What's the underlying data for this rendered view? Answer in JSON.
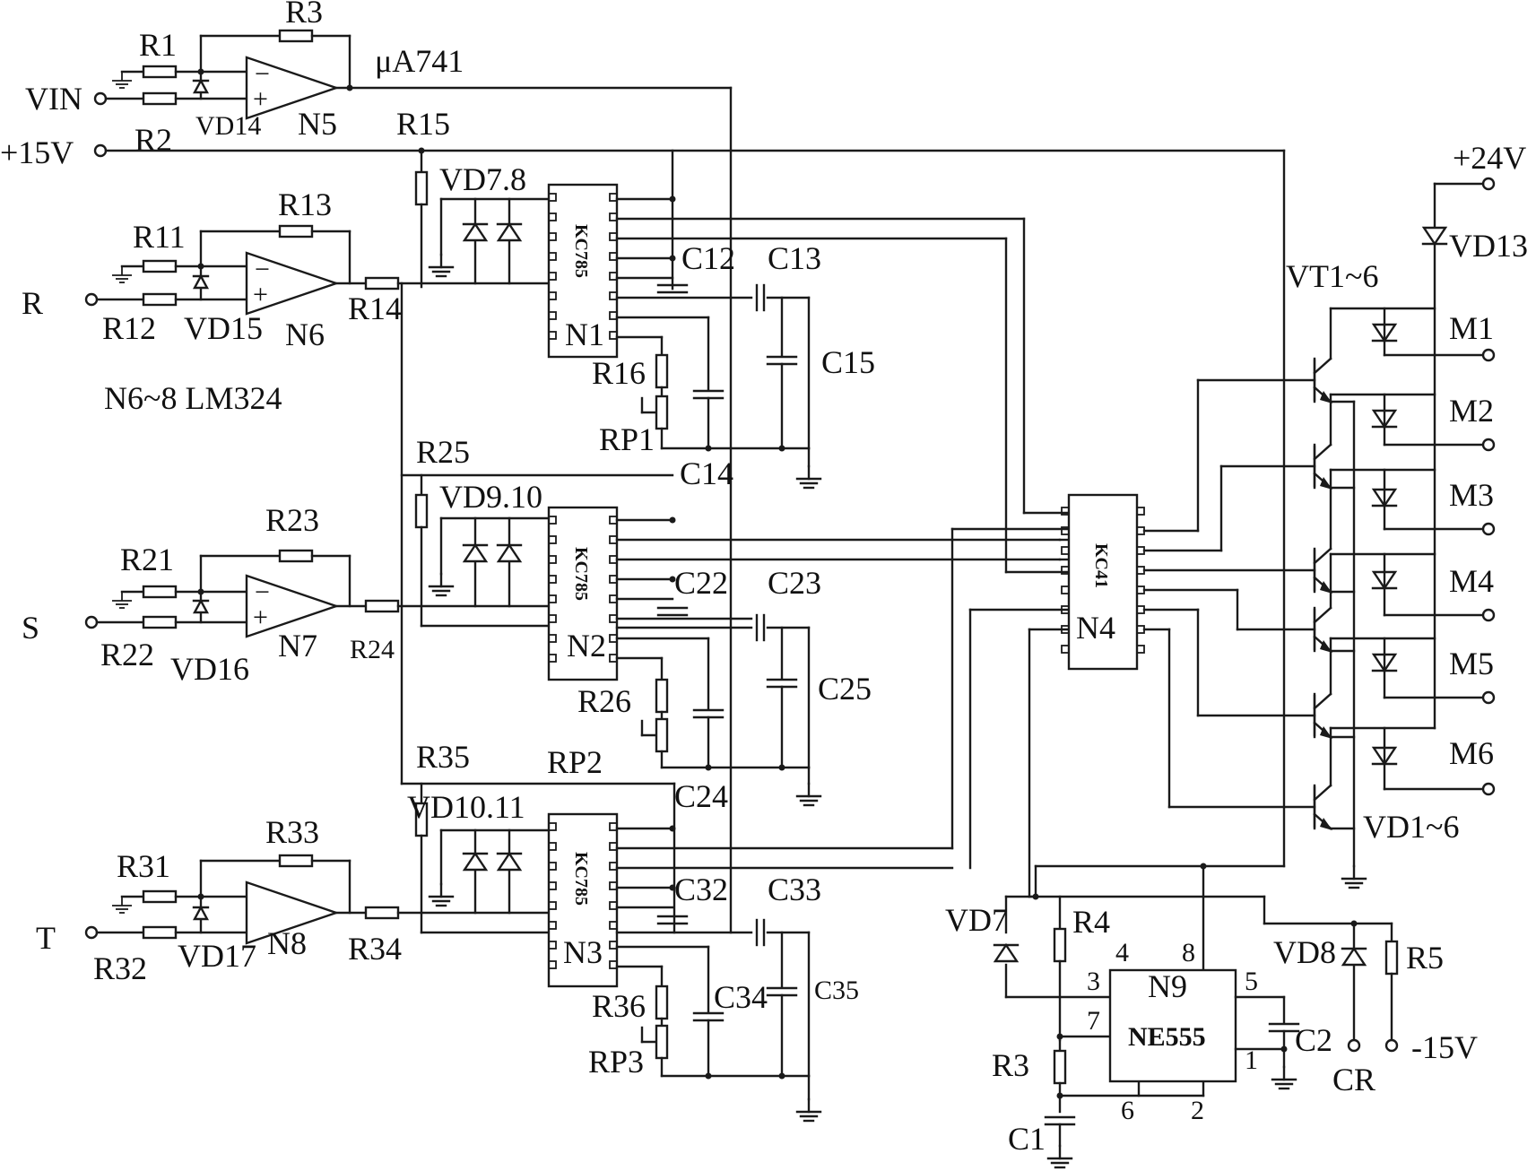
{
  "inputs": {
    "vin": "VIN",
    "p15v": "+15V",
    "r": "R",
    "s": "S",
    "t": "T",
    "p24v": "+24V",
    "m15v": "-15V",
    "cr": "CR"
  },
  "resistors": {
    "r1": "R1",
    "r2": "R2",
    "r3": "R3",
    "r11": "R11",
    "r12": "R12",
    "r13": "R13",
    "r14": "R14",
    "r15": "R15",
    "r16": "R16",
    "r21": "R21",
    "r22": "R22",
    "r23": "R23",
    "r24": "R24",
    "r25": "R25",
    "r26": "R26",
    "r31": "R31",
    "r32": "R32",
    "r33": "R33",
    "r34": "R34",
    "r35": "R35",
    "r36": "R36",
    "r3b": "R3",
    "r4": "R4",
    "r5": "R5",
    "rp1": "RP1",
    "rp2": "RP2",
    "rp3": "RP3"
  },
  "capacitors": {
    "c1": "C1",
    "c2": "C2",
    "c12": "C12",
    "c13": "C13",
    "c14": "C14",
    "c15": "C15",
    "c22": "C22",
    "c23": "C23",
    "c24": "C24",
    "c25": "C25",
    "c32": "C32",
    "c33": "C33",
    "c34": "C34",
    "c35": "C35"
  },
  "diodes": {
    "vd14": "VD14",
    "vd15": "VD15",
    "vd16": "VD16",
    "vd17": "VD17",
    "vd7_8": "VD7.8",
    "vd9_10": "VD9.10",
    "vd10_11": "VD10.11",
    "vd7": "VD7",
    "vd8": "VD8",
    "vd13": "VD13",
    "vd1_6": "VD1~6"
  },
  "ics": {
    "n5": "N5",
    "n6": "N6",
    "n7": "N7",
    "n8": "N8",
    "n1": "N1",
    "n2": "N2",
    "n3": "N3",
    "n4": "N4",
    "n9": "N9",
    "ua741": "μA741",
    "lm324_note": "N6~8 LM324",
    "kc785": "KC785",
    "kc41": "KC41",
    "ne555": "NE555"
  },
  "transistors": {
    "vt1_6": "VT1~6"
  },
  "outputs": {
    "m1": "M1",
    "m2": "M2",
    "m3": "M3",
    "m4": "M4",
    "m5": "M5",
    "m6": "M6"
  },
  "n9_pins": {
    "p1": "1",
    "p2": "2",
    "p3": "3",
    "p4": "4",
    "p5": "5",
    "p6": "6",
    "p7": "7",
    "p8": "8"
  },
  "opamp_signs": {
    "minus": "−",
    "plus": "+"
  }
}
